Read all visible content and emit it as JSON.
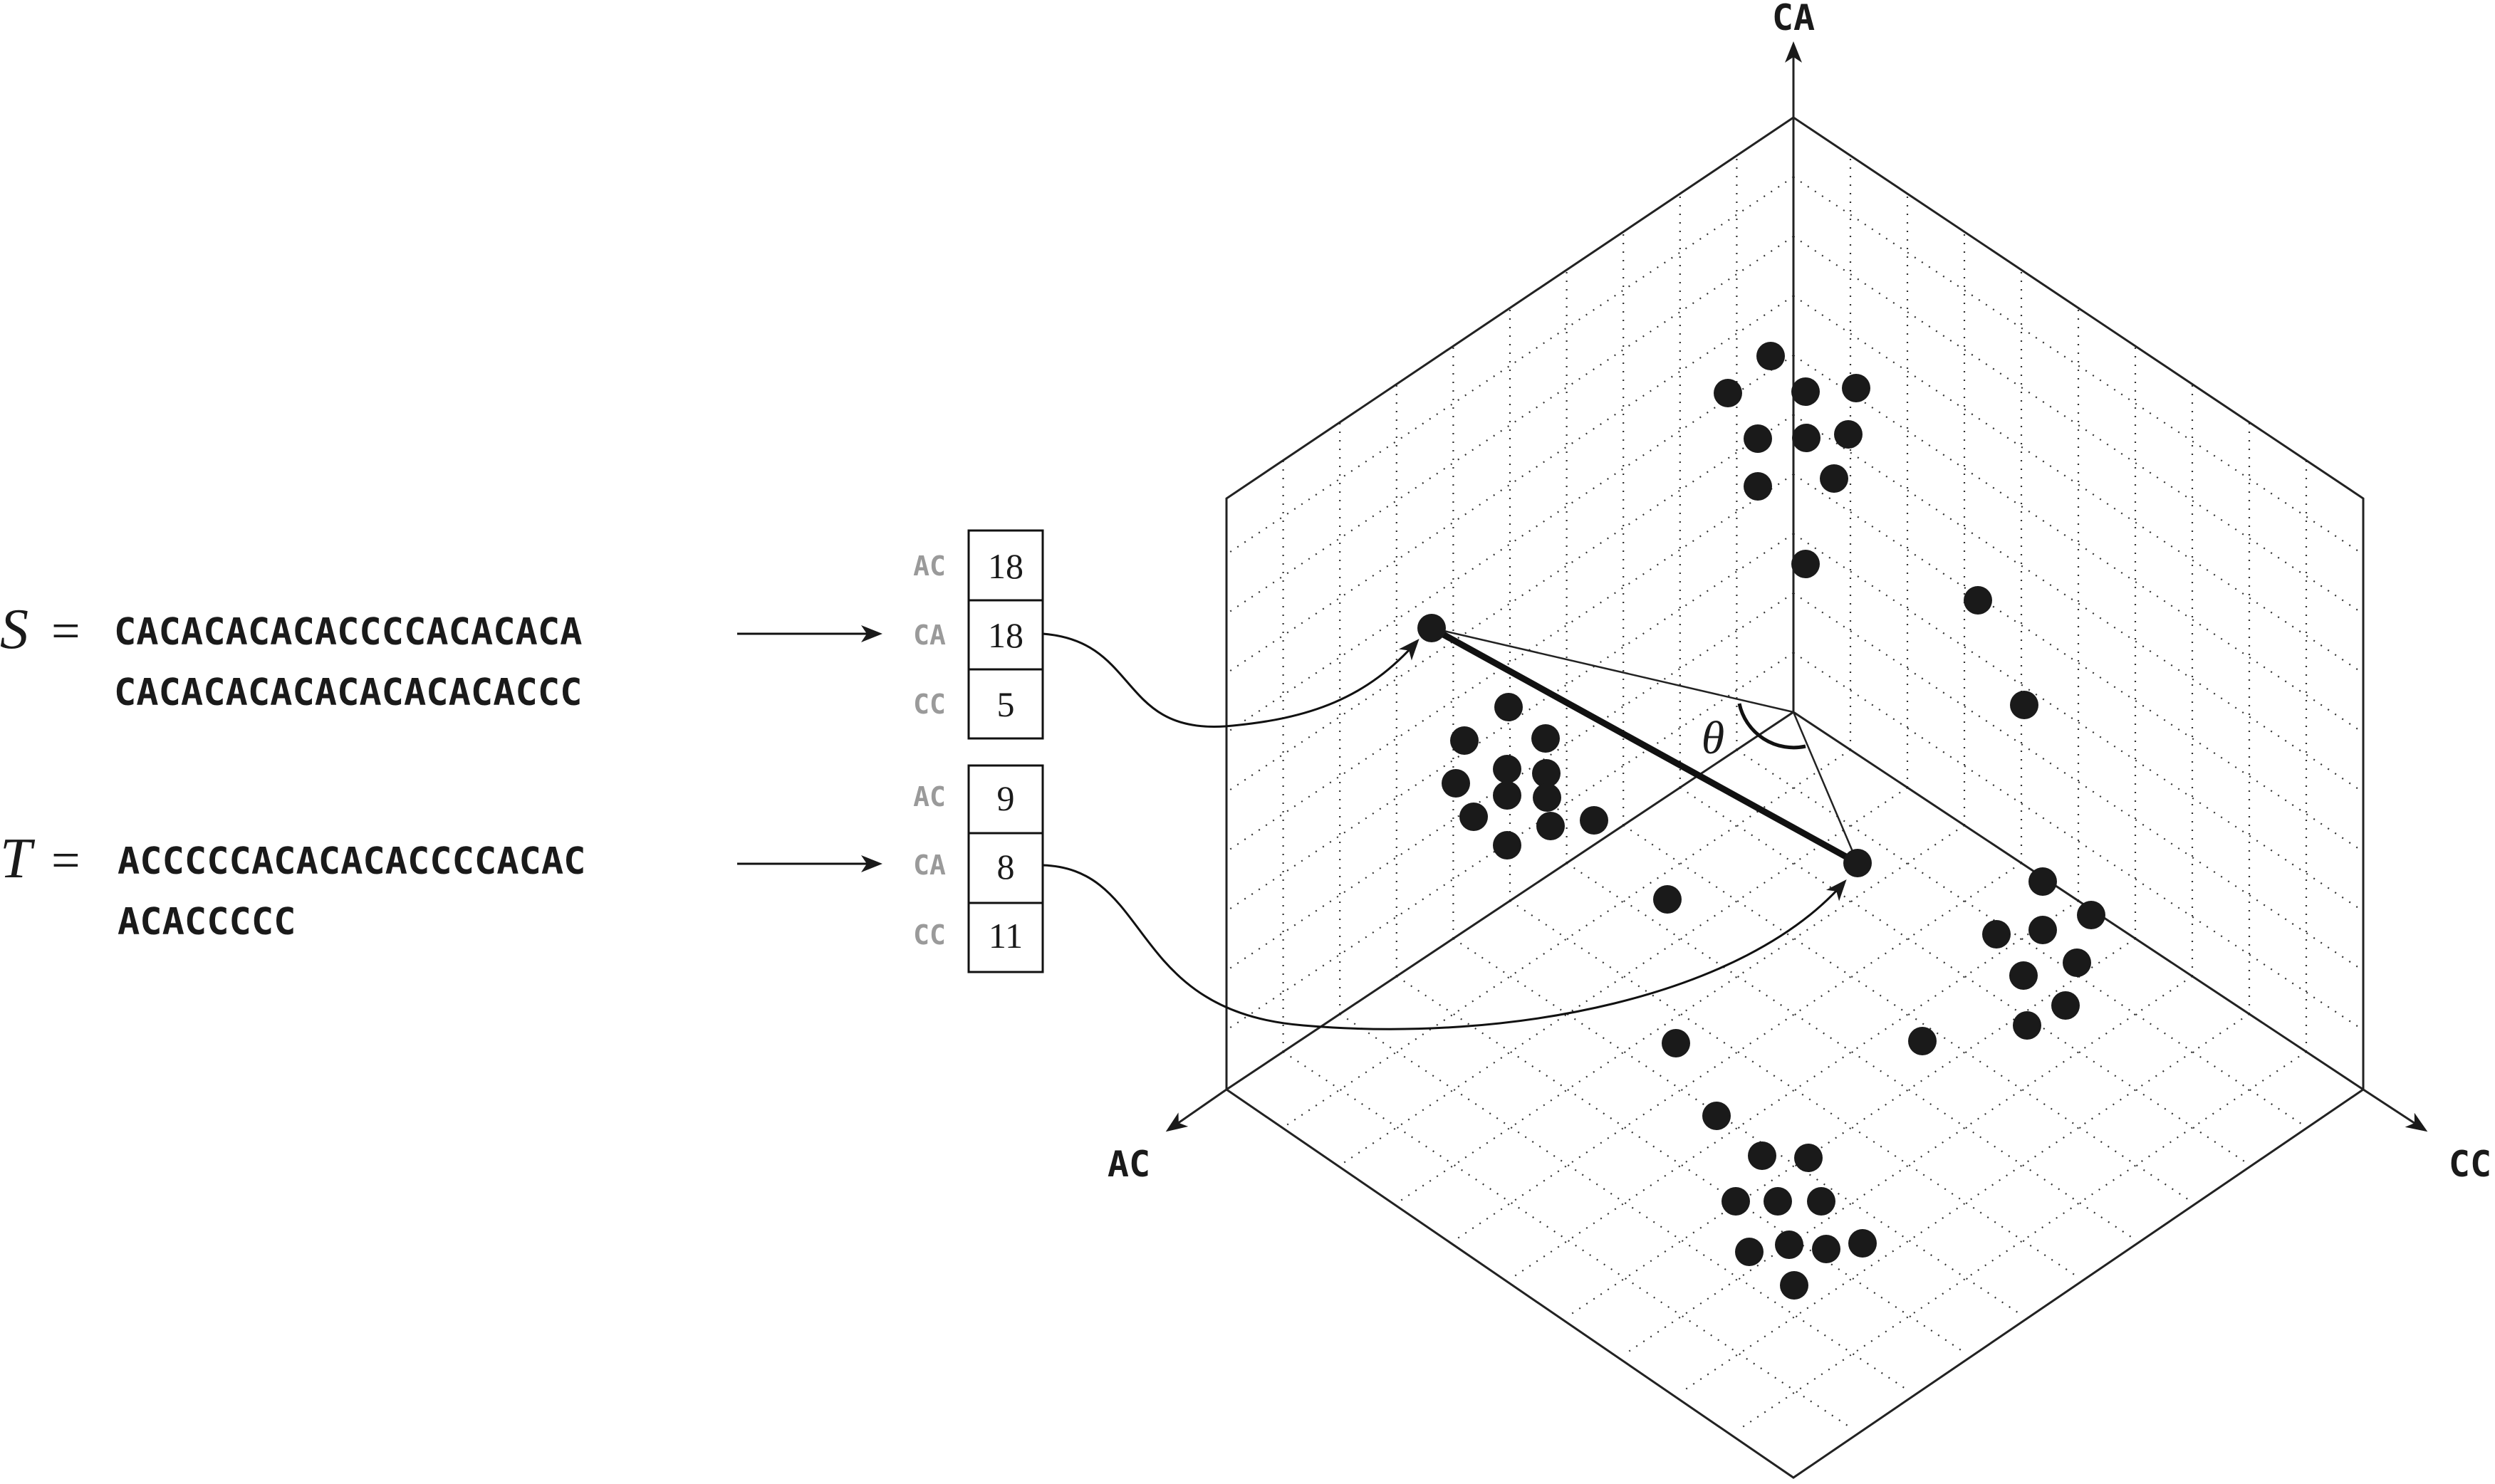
{
  "axes": {
    "x": "AC",
    "y": "CA",
    "z": "CC"
  },
  "sequences": [
    {
      "var": "S",
      "eq": "=",
      "lines": [
        "CACACACACACCCCACACACA",
        "CACACACACACACACACACCC"
      ],
      "counts": [
        {
          "label": "AC",
          "value": "18"
        },
        {
          "label": "CA",
          "value": "18"
        },
        {
          "label": "CC",
          "value": "5"
        }
      ]
    },
    {
      "var": "T",
      "eq": "=",
      "lines": [
        "ACCCCCACACACACCCCACAC",
        "ACACCCCC"
      ],
      "counts": [
        {
          "label": "AC",
          "value": "9"
        },
        {
          "label": "CA",
          "value": "8"
        },
        {
          "label": "CC",
          "value": "11"
        }
      ]
    }
  ],
  "angle_label": "θ",
  "colors": {
    "ink": "#1a1a1a",
    "grey_label": "#9a9a9a"
  }
}
